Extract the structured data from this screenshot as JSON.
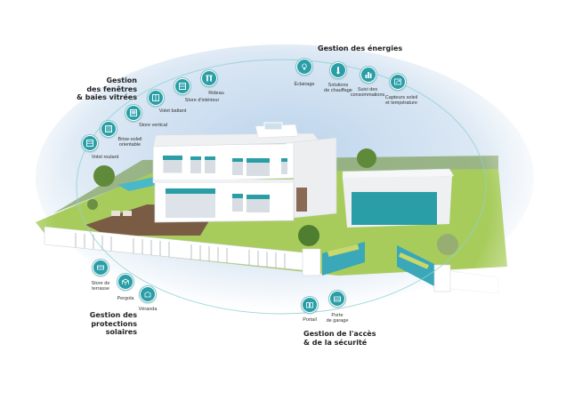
{
  "groups": {
    "windows": {
      "title": "Gestion\ndes fenêtres\n& baies vitrées",
      "items": [
        {
          "label": "Volet roulant",
          "icon": "roller-shutter-icon"
        },
        {
          "label": "Brise-soleil\norientable",
          "icon": "adjustable-louver-icon"
        },
        {
          "label": "Store vertical",
          "icon": "vertical-blind-icon"
        },
        {
          "label": "Volet battant",
          "icon": "hinged-shutter-icon"
        },
        {
          "label": "Store d'intérieur",
          "icon": "interior-blind-icon"
        },
        {
          "label": "Rideau",
          "icon": "curtain-icon"
        }
      ]
    },
    "energy": {
      "title": "Gestion des énergies",
      "items": [
        {
          "label": "Éclairage",
          "icon": "lightbulb-icon"
        },
        {
          "label": "Solutions\nde chauffage",
          "icon": "heating-icon"
        },
        {
          "label": "Suivi des\nconsommations",
          "icon": "consumption-chart-icon"
        },
        {
          "label": "Capteurs soleil\net température",
          "icon": "sun-temperature-sensor-icon"
        }
      ]
    },
    "solar": {
      "title": "Gestion des\nprotections solaires",
      "items": [
        {
          "label": "Store de\nterrasse",
          "icon": "terrace-awning-icon"
        },
        {
          "label": "Pergola",
          "icon": "pergola-icon"
        },
        {
          "label": "Véranda",
          "icon": "veranda-icon"
        }
      ]
    },
    "access": {
      "title": "Gestion de l'accès\n& de la sécurité",
      "items": [
        {
          "label": "Portail",
          "icon": "gate-icon"
        },
        {
          "label": "Porte\nde garage",
          "icon": "garage-door-icon"
        }
      ]
    }
  },
  "colors": {
    "accent": "#2a9ea7",
    "grass": "#a8cc5c",
    "sky": "#c9ddef",
    "deck": "#7a5c45",
    "wall": "#f4f5f6"
  }
}
